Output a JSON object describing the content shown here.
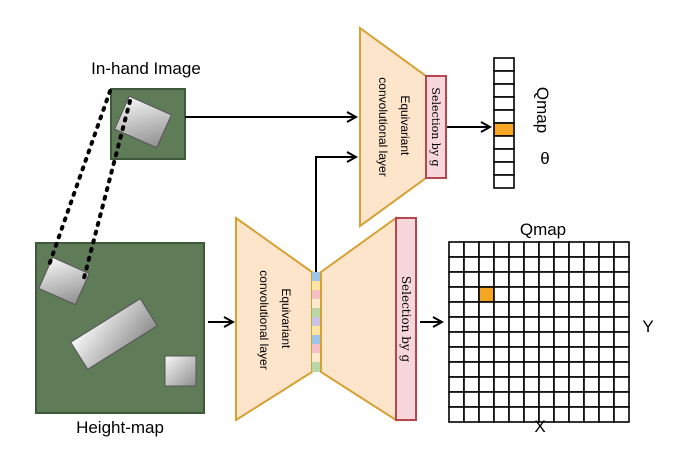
{
  "labels": {
    "inhand_title": "In-hand Image",
    "heightmap_title": "Height-map",
    "encoder_top_line1": "Equivariant",
    "encoder_top_line2": "convolutional layer",
    "encoder_bottom_line1": "Equivariant",
    "encoder_bottom_line2": "convolutional layer",
    "selection_top": "Selection by g",
    "selection_bottom": "Selection by g",
    "qmap_theta_title": "Qmap",
    "theta_symbol": "θ",
    "qmap_xy_title": "Qmap",
    "axis_x": "X",
    "axis_y": "Y"
  },
  "colors": {
    "green_fill": "#607b58",
    "green_stroke": "#3e5a3a",
    "encoder_fill": "#fde5cc",
    "encoder_stroke": "#d6a032",
    "selection_fill": "#f8d7dc",
    "selection_stroke": "#b8464f",
    "highlight": "#f5a623"
  }
}
